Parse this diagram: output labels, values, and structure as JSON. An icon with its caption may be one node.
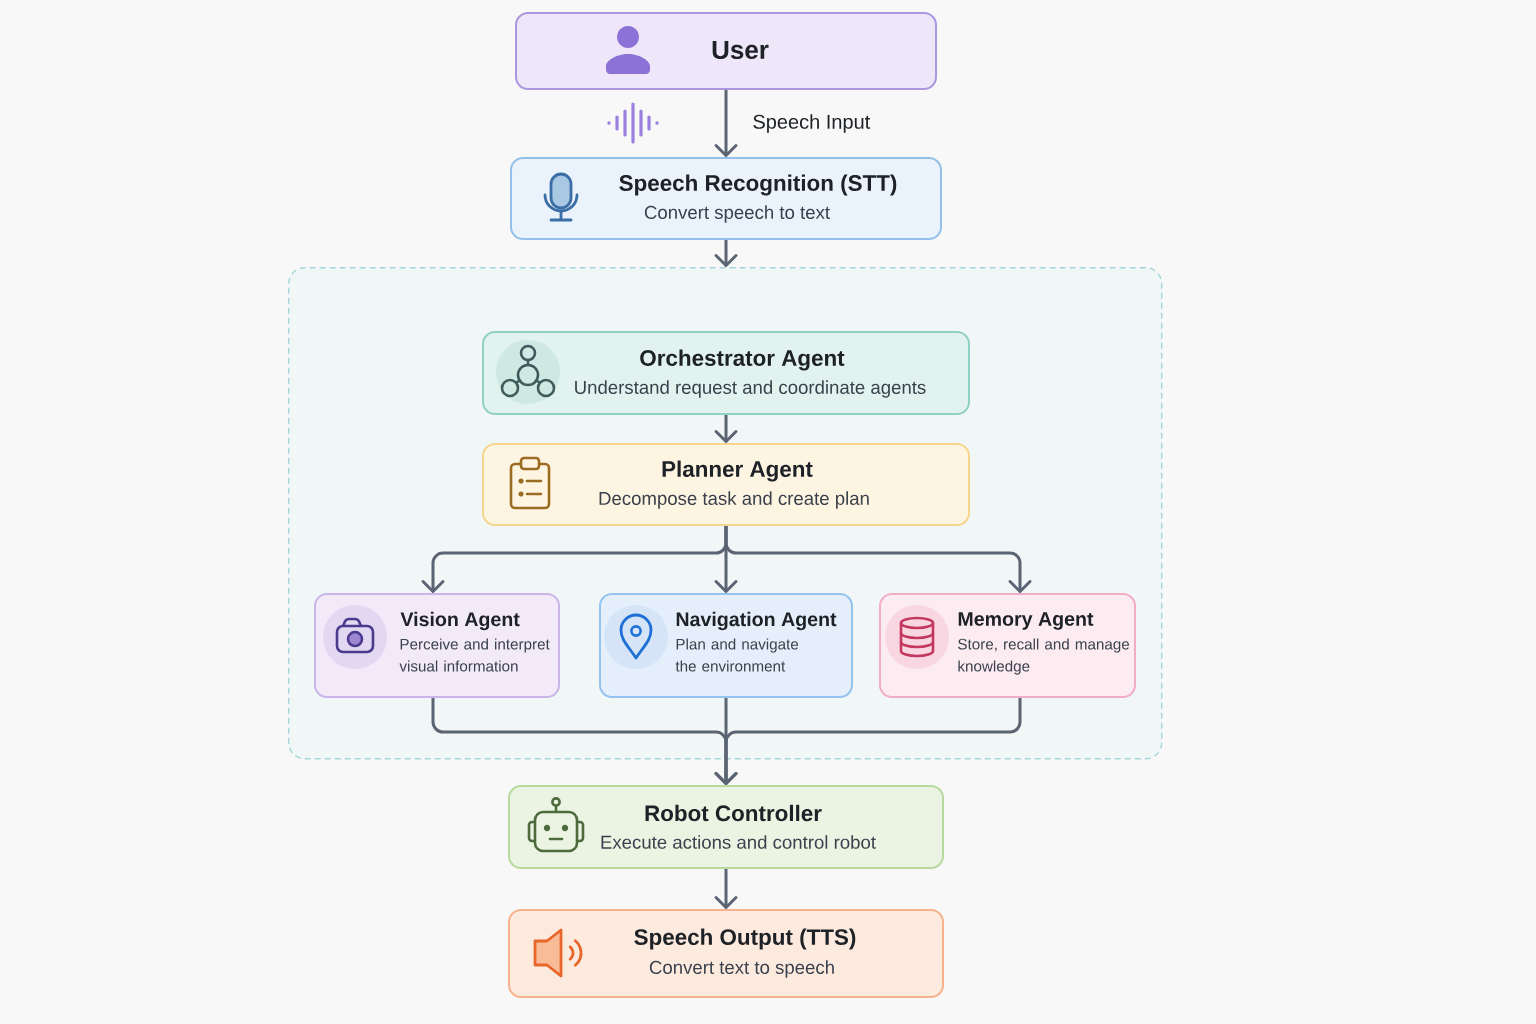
{
  "diagram": {
    "nodes": [
      {
        "text": [
          "User"
        ]
      },
      {
        "text": [
          "Speech Recognition (STT)",
          "Convert speech to text"
        ]
      },
      {
        "text": [],
        "shape": "box"
      },
      {
        "text": [
          "Orchestrator Agent",
          "Understand request and coordinate agents"
        ],
        "in": 2
      },
      {
        "text": [
          "Planner Agent",
          "Decompose task and create plan"
        ],
        "in": 2
      },
      {
        "text": [
          "Vision Agent",
          "Perceive and interpret visual information"
        ],
        "in": 2
      },
      {
        "text": [
          "Navigation Agent",
          "Plan and navigate the environment"
        ],
        "in": 2
      },
      {
        "text": [
          "Memory Agent",
          "Store, recall and manage knowledge"
        ],
        "in": 2
      },
      {
        "text": [
          "Robot Controller",
          "Execute actions and control robot"
        ]
      },
      {
        "text": [
          "Speech Output (TTS)",
          "Convert text to speech"
        ]
      }
    ],
    "edges": [
      {
        "from": 0,
        "to": 1,
        "arrow": "to",
        "label": "Speech Input"
      },
      {
        "from": 1,
        "to": 2,
        "arrow": "to"
      },
      {
        "from": 3,
        "to": 4,
        "arrow": "to"
      },
      {
        "from": 4,
        "to": 5,
        "arrow": "to"
      },
      {
        "from": 4,
        "to": 6,
        "arrow": "to"
      },
      {
        "from": 4,
        "to": 7,
        "arrow": "to"
      },
      {
        "from": 5,
        "to": 8,
        "arrow": "to"
      },
      {
        "from": 6,
        "to": 8,
        "arrow": "to"
      },
      {
        "from": 7,
        "to": 8,
        "arrow": "to"
      },
      {
        "from": 8,
        "to": 9,
        "arrow": "to"
      }
    ]
  }
}
